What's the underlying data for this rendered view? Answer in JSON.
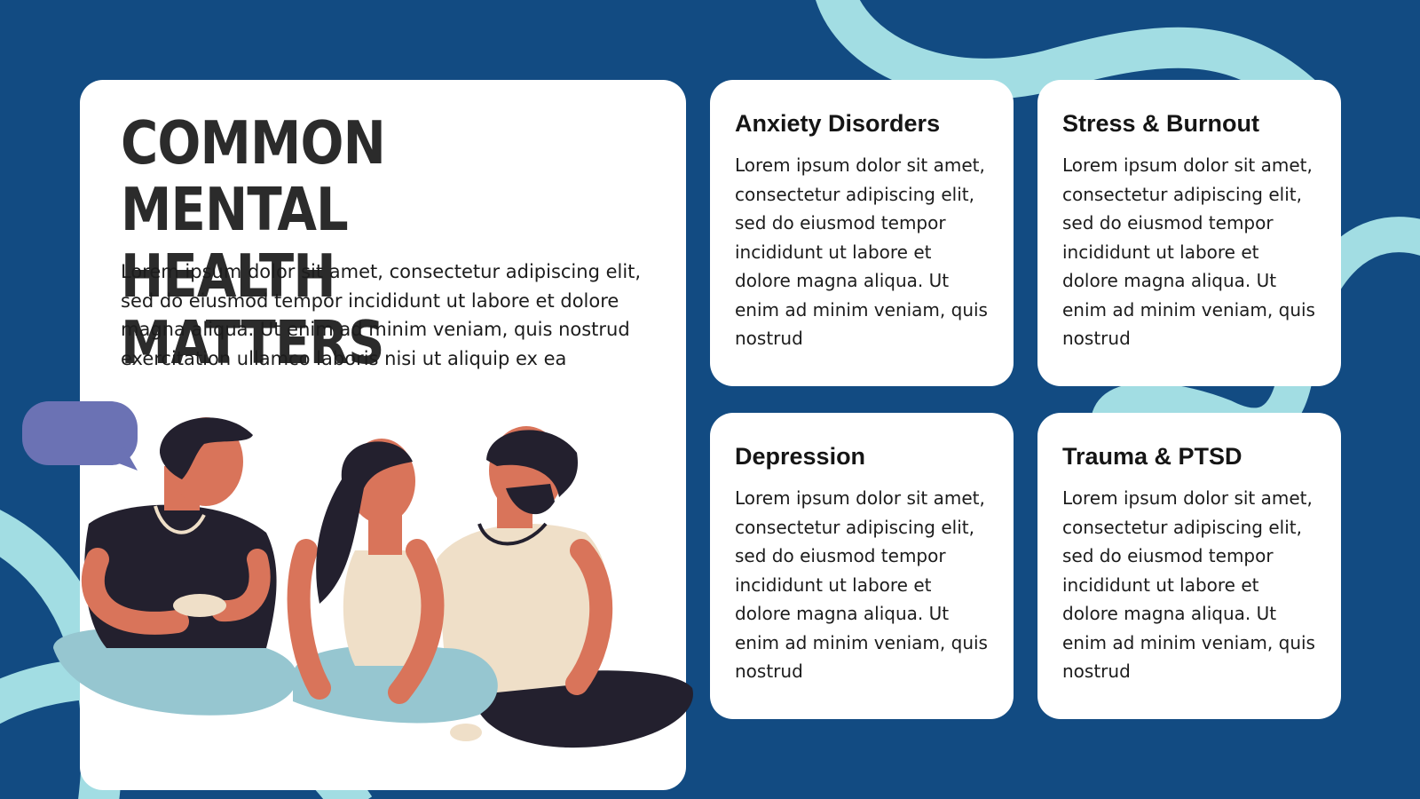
{
  "slide": {
    "title": "COMMON MENTAL HEALTH MATTERS",
    "body": "Lorem ipsum dolor sit amet, consectetur adipiscing elit, sed do eiusmod tempor incididunt ut labore et dolore magna aliqua. Ut enim ad minim veniam, quis nostrud exercitation ullamco laboris nisi ut aliquip ex ea"
  },
  "cards": [
    {
      "title": "Anxiety Disorders",
      "body": "Lorem ipsum dolor sit amet, consectetur adipiscing elit, sed do eiusmod tempor incididunt ut labore et dolore magna aliqua. Ut enim ad minim veniam, quis nostrud"
    },
    {
      "title": "Stress & Burnout",
      "body": "Lorem ipsum dolor sit amet, consectetur adipiscing elit, sed do eiusmod tempor incididunt ut labore et dolore magna aliqua. Ut enim ad minim veniam, quis nostrud"
    },
    {
      "title": "Depression",
      "body": "Lorem ipsum dolor sit amet, consectetur adipiscing elit, sed do eiusmod tempor incididunt ut labore et dolore magna aliqua. Ut enim ad minim veniam, quis nostrud"
    },
    {
      "title": "Trauma & PTSD",
      "body": "Lorem ipsum dolor sit amet, consectetur adipiscing elit, sed do eiusmod tempor incididunt ut labore et dolore magna aliqua. Ut enim ad minim veniam, quis nostrud"
    }
  ],
  "illustration": {
    "name": "three-people-sitting-talking-illustration",
    "speech_bubble_icon": "speech-bubble-icon"
  },
  "colors": {
    "background": "#124b82",
    "card": "#ffffff",
    "curve": "#a2dde3",
    "bubble": "#6b72b4",
    "title_text": "#2b2b2b"
  }
}
